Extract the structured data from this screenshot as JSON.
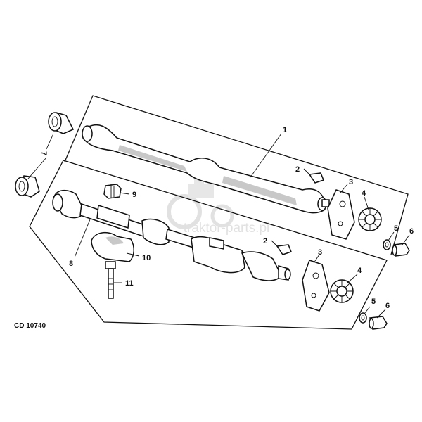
{
  "diagram_code": "CD 10740",
  "watermark": "traktor-parts.pl",
  "watermark_logo": "tractor-logo",
  "callouts": {
    "c1": "1",
    "c2_upper": "2",
    "c2_lower": "2",
    "c3_upper": "3",
    "c3_lower": "3",
    "c4_upper": "4",
    "c4_lower": "4",
    "c5_upper": "5",
    "c5_lower": "5",
    "c6_upper": "6",
    "c6_lower": "6",
    "c7": "7",
    "c8": "8",
    "c9": "9",
    "c10": "10",
    "c11": "11"
  }
}
